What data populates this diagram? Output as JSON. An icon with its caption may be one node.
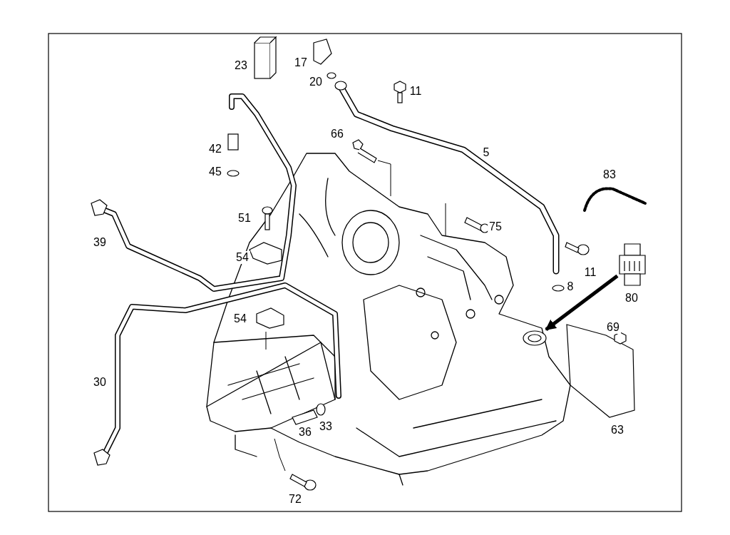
{
  "diagram": {
    "nodes": [
      {
        "text": [],
        "shape": "picture",
        "beside": [
          "80"
        ]
      },
      {
        "text": [],
        "shape": "circle"
      }
    ],
    "edges": [
      {
        "from": 0,
        "to": 1,
        "arrow": "to"
      }
    ],
    "labels": [
      "23",
      "17",
      "20",
      "11",
      "66",
      "5",
      "42",
      "45",
      "83",
      "51",
      "75",
      "39",
      "54",
      "11",
      "8",
      "69",
      "54",
      "30",
      "36",
      "33",
      "63",
      "72"
    ]
  }
}
